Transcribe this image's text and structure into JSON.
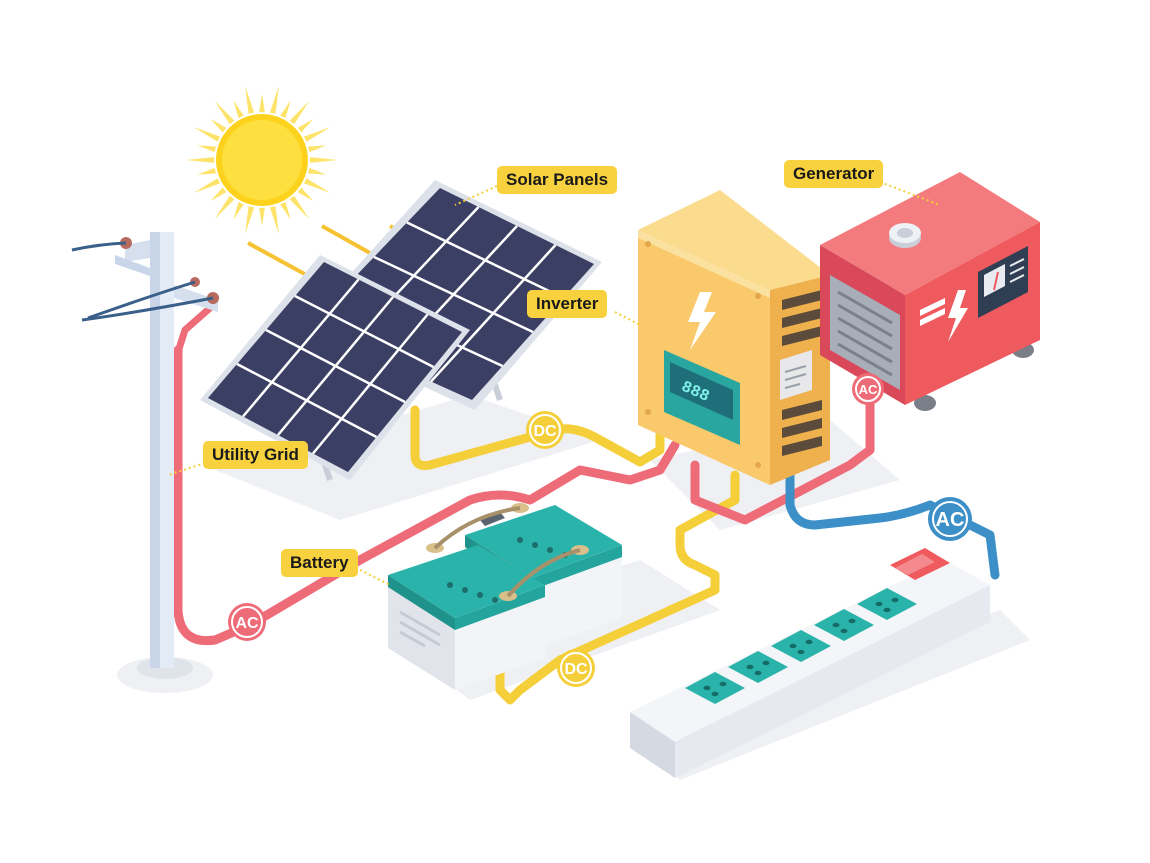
{
  "labels": {
    "solar_panels": "Solar Panels",
    "generator": "Generator",
    "inverter": "Inverter",
    "utility_grid": "Utility Grid",
    "battery": "Battery"
  },
  "badges": {
    "dc_top": "DC",
    "dc_bottom": "DC",
    "ac_left": "AC",
    "ac_generator": "AC",
    "ac_outlet": "AC"
  },
  "inverter_display": "888",
  "colors": {
    "label_bg": "#f7d23e",
    "dc_wire": "#f5cf3a",
    "ac_wire_red": "#ee6b78",
    "ac_wire_blue": "#3d8fc8",
    "inverter": "#f9c96b",
    "generator": "#ef5a5f",
    "battery_top": "#2ab3aa",
    "solar_panel": "#3b3f63",
    "sun": "#fcd21c"
  }
}
